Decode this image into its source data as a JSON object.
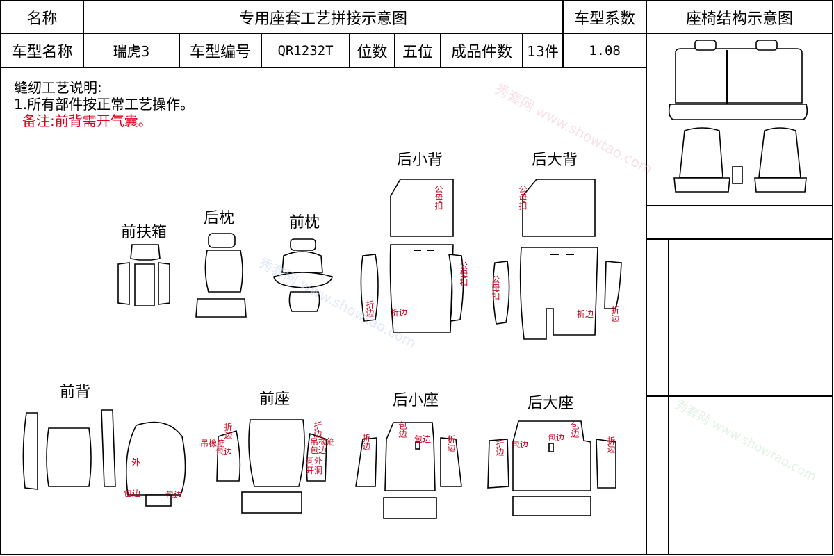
{
  "header": {
    "name_label": "名称",
    "title": "专用座套工艺拼接示意图",
    "coef_label": "车型系数",
    "structure_title": "座椅结构示意图"
  },
  "info": {
    "model_name_label": "车型名称",
    "model_name": "瑞虎3",
    "model_code_label": "车型编号",
    "model_code": "QR1232T",
    "seats_label": "位数",
    "seats_value": "五位",
    "pieces_label": "成品件数",
    "pieces_value": "13件",
    "coef_value": "1.08"
  },
  "notes": {
    "heading": "缝纫工艺说明:",
    "line1": "1.所有部件按正常工艺操作。",
    "remark": "备注:前背需开气囊。"
  },
  "parts": {
    "front_armrest": "前扶箱",
    "rear_headrest": "后枕",
    "front_headrest": "前枕",
    "rear_small_back": "后小背",
    "rear_large_back": "后大背",
    "front_back": "前背",
    "front_seat": "前座",
    "rear_small_seat": "后小座",
    "rear_large_seat": "后大座"
  },
  "annotations": {
    "snap": "公母扣",
    "fold": "折边",
    "fold_h": "折边",
    "wrap": "包边",
    "elastic": "吊橡筋",
    "outer": "外",
    "same_hole": "同外开洞"
  },
  "watermark": "秀套网 www.showtao.com"
}
